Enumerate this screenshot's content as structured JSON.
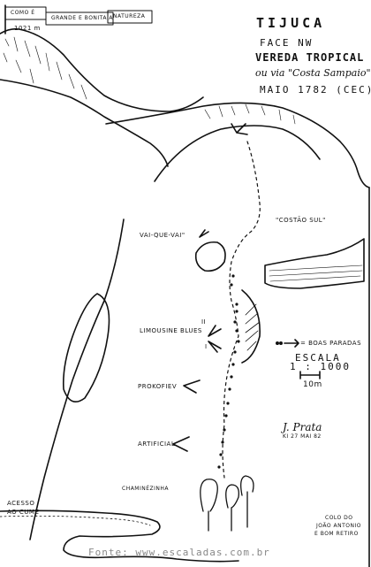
{
  "title": {
    "name": "TIJUCA",
    "face": "FACE NW",
    "route": "VEREDA TROPICAL",
    "alias": "ou via \"Costa Sampaio\"",
    "date": "MAIO 1782 (CEC)"
  },
  "flag": {
    "line1": "COMO É",
    "line2": "GRANDE E BONITA A",
    "line3": "NATUREZA"
  },
  "summit_altitude": "1021 m",
  "labels": {
    "costao_sul": "\"COSTÃO SUL\"",
    "vai_que_vai": "VAI-QUE-VAI\"",
    "limousine_blues": "LIMOUSINE BLUES",
    "pitch_2": "II",
    "pitch_1": "I",
    "prokofiev": "PROKOFIEV",
    "artificial": "ARTIFICIAL",
    "chaminezinha": "CHAMINÉZINHA",
    "acesso": "ACESSO",
    "ao_cume": "AO CUME",
    "colo_1": "COLO DO",
    "colo_2": "JOÃO ANTONIO",
    "colo_3": "E BOM RETIRO",
    "source": "Fonte: www.escaladas.com.br"
  },
  "legend": {
    "paradas": "= BOAS PARADAS",
    "escala_label": "ESCALA",
    "escala_value": "1 : 1000",
    "scale_bar": "10m"
  },
  "signature": {
    "name": "J. Prata",
    "date": "KI 27 MAI 82"
  }
}
